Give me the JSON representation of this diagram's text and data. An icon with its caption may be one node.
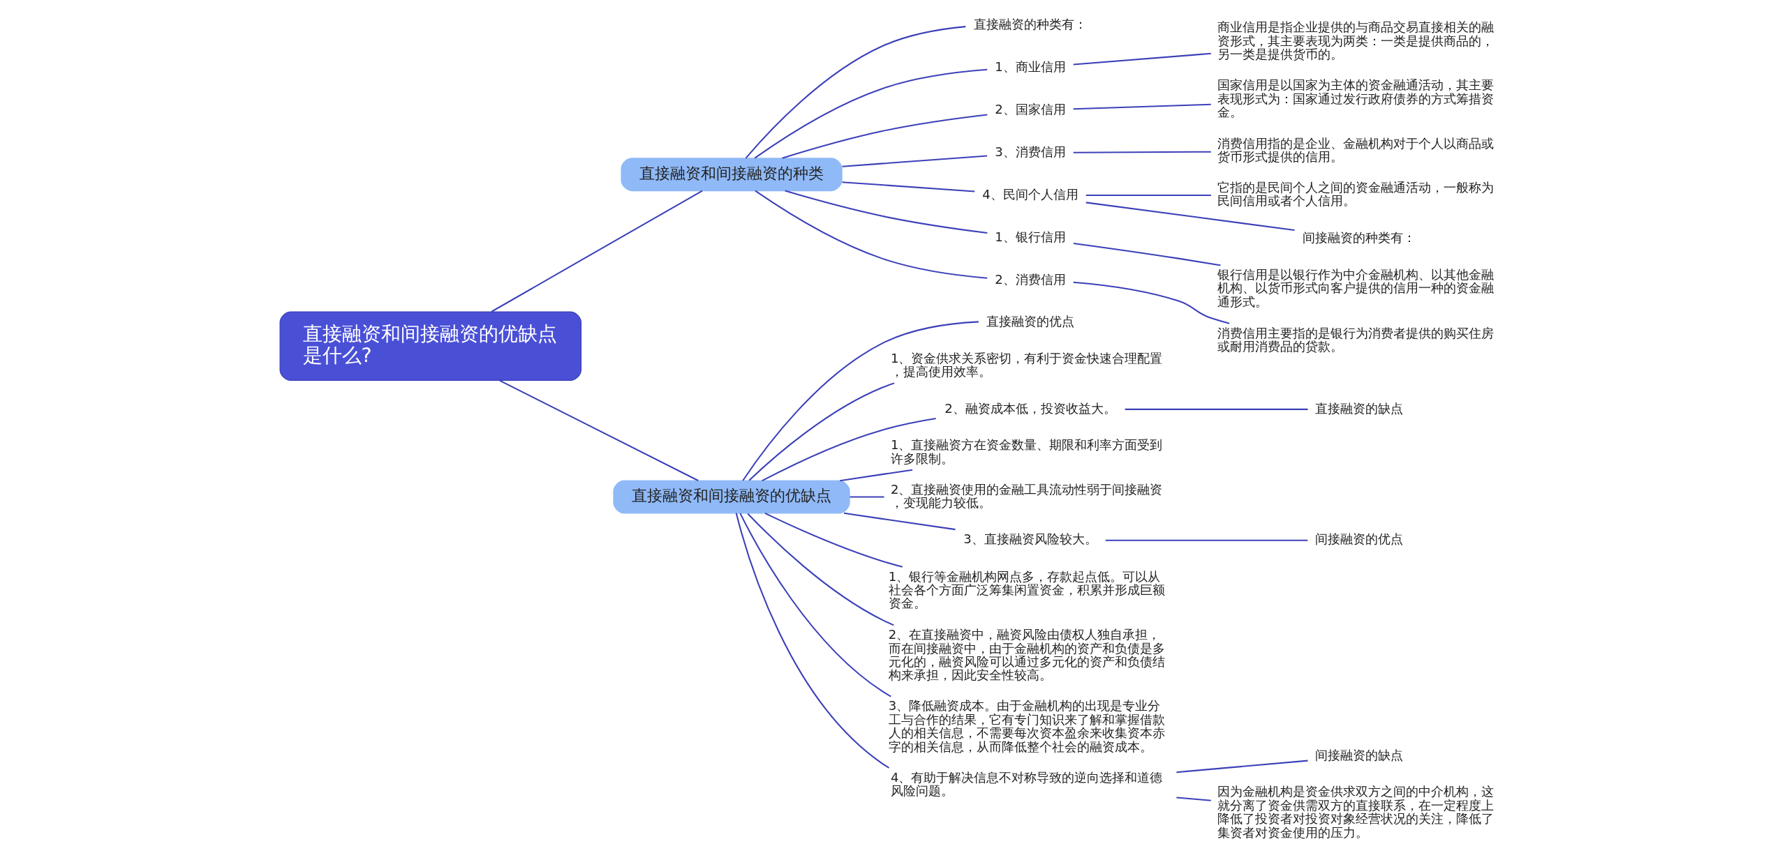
{
  "diagram": {
    "nodes": [
      {
        "text": [
          "直接融资和间接融资的优缺点是什么?"
        ]
      },
      {
        "text": [
          "直接融资和间接融资的种类"
        ]
      },
      {
        "text": [
          "直接融资和间接融资的优缺点"
        ]
      },
      {
        "text": [
          "直接融资的种类有："
        ]
      },
      {
        "text": [
          "1、商业信用"
        ]
      },
      {
        "text": [
          "商业信用是指企业提供的与商品交易直接相关的融资形式，其主要表现为两类：一类是提供商品的，另一类是提供货币的。"
        ]
      },
      {
        "text": [
          "2、国家信用"
        ]
      },
      {
        "text": [
          "国家信用是以国家为主体的资金融通活动，其主要表现形式为：国家通过发行政府债券的方式筹措资金。"
        ]
      },
      {
        "text": [
          "3、消费信用"
        ]
      },
      {
        "text": [
          "消费信用指的是企业、金融机构对于个人以商品或货币形式提供的信用。"
        ]
      },
      {
        "text": [
          "4、民间个人信用"
        ]
      },
      {
        "text": [
          "它指的是民间个人之间的资金融通活动，一般称为民间信用或者个人信用。"
        ]
      },
      {
        "text": [
          "间接融资的种类有："
        ]
      },
      {
        "text": [
          "1、银行信用"
        ]
      },
      {
        "text": [
          "银行信用是以银行作为中介金融机构、以其他金融机构、以货币形式向客户提供的信用一种的资金融通形式。"
        ]
      },
      {
        "text": [
          "2、消费信用"
        ]
      },
      {
        "text": [
          "消费信用主要指的是银行为消费者提供的购买住房或耐用消费品的贷款。"
        ]
      },
      {
        "text": [
          "直接融资的优点"
        ]
      },
      {
        "text": [
          "1、资金供求关系密切，有利于资金快速合理配置，提高使用效率。"
        ]
      },
      {
        "text": [
          "2、融资成本低，投资收益大。"
        ]
      },
      {
        "text": [
          "直接融资的缺点"
        ]
      },
      {
        "text": [
          "1、直接融资方在资金数量、期限和利率方面受到许多限制。"
        ]
      },
      {
        "text": [
          "2、直接融资使用的金融工具流动性弱于间接融资，变现能力较低。"
        ]
      },
      {
        "text": [
          "3、直接融资风险较大。"
        ]
      },
      {
        "text": [
          "间接融资的优点"
        ]
      },
      {
        "text": [
          "1、银行等金融机构网点多，存款起点低。可以从社会各个方面广泛筹集闲置资金，积累并形成巨额资金。"
        ]
      },
      {
        "text": [
          "2、在直接融资中，融资风险由债权人独自承担，而在间接融资中，由于金融机构的资产和负债是多元化的，融资风险可以通过多元化的资产和负债结构来承担，因此安全性较高。"
        ]
      },
      {
        "text": [
          "3、降低融资成本。由于金融机构的出现是专业分工与合作的结果，它有专门知识来了解和掌握借款人的相关信息，不需要每次资本盈余来收集资本赤字的相关信息，从而降低整个社会的融资成本。"
        ]
      },
      {
        "text": [
          "4、有助于解决信息不对称导致的逆向选择和道德风险问题。"
        ]
      },
      {
        "text": [
          "间接融资的缺点"
        ]
      },
      {
        "text": [
          "因为金融机构是资金供求双方之间的中介机构，这就分离了资金供需双方的直接联系，在一定程度上降低了投资者对投资对象经营状况的关注，降低了集资者对资金使用的压力。"
        ]
      }
    ],
    "edges": [
      {
        "from": 0,
        "to": 1,
        "arrow": "none"
      },
      {
        "from": 0,
        "to": 2,
        "arrow": "none"
      },
      {
        "from": 1,
        "to": 3,
        "arrow": "none"
      },
      {
        "from": 1,
        "to": 4,
        "arrow": "none"
      },
      {
        "from": 4,
        "to": 5,
        "arrow": "none"
      },
      {
        "from": 1,
        "to": 6,
        "arrow": "none"
      },
      {
        "from": 6,
        "to": 7,
        "arrow": "none"
      },
      {
        "from": 1,
        "to": 8,
        "arrow": "none"
      },
      {
        "from": 8,
        "to": 9,
        "arrow": "none"
      },
      {
        "from": 1,
        "to": 10,
        "arrow": "none"
      },
      {
        "from": 10,
        "to": 11,
        "arrow": "none"
      },
      {
        "from": 10,
        "to": 12,
        "arrow": "none"
      },
      {
        "from": 1,
        "to": 13,
        "arrow": "none"
      },
      {
        "from": 13,
        "to": 14,
        "arrow": "none"
      },
      {
        "from": 1,
        "to": 15,
        "arrow": "none"
      },
      {
        "from": 15,
        "to": 16,
        "arrow": "none"
      },
      {
        "from": 2,
        "to": 17,
        "arrow": "none"
      },
      {
        "from": 2,
        "to": 18,
        "arrow": "none"
      },
      {
        "from": 2,
        "to": 19,
        "arrow": "none"
      },
      {
        "from": 19,
        "to": 20,
        "arrow": "none"
      },
      {
        "from": 2,
        "to": 21,
        "arrow": "none"
      },
      {
        "from": 2,
        "to": 22,
        "arrow": "none"
      },
      {
        "from": 2,
        "to": 23,
        "arrow": "none"
      },
      {
        "from": 23,
        "to": 24,
        "arrow": "none"
      },
      {
        "from": 2,
        "to": 25,
        "arrow": "none"
      },
      {
        "from": 2,
        "to": 26,
        "arrow": "none"
      },
      {
        "from": 2,
        "to": 27,
        "arrow": "none"
      },
      {
        "from": 2,
        "to": 28,
        "arrow": "none"
      },
      {
        "from": 28,
        "to": 29,
        "arrow": "none"
      },
      {
        "from": 28,
        "to": 30,
        "arrow": "none"
      }
    ]
  }
}
